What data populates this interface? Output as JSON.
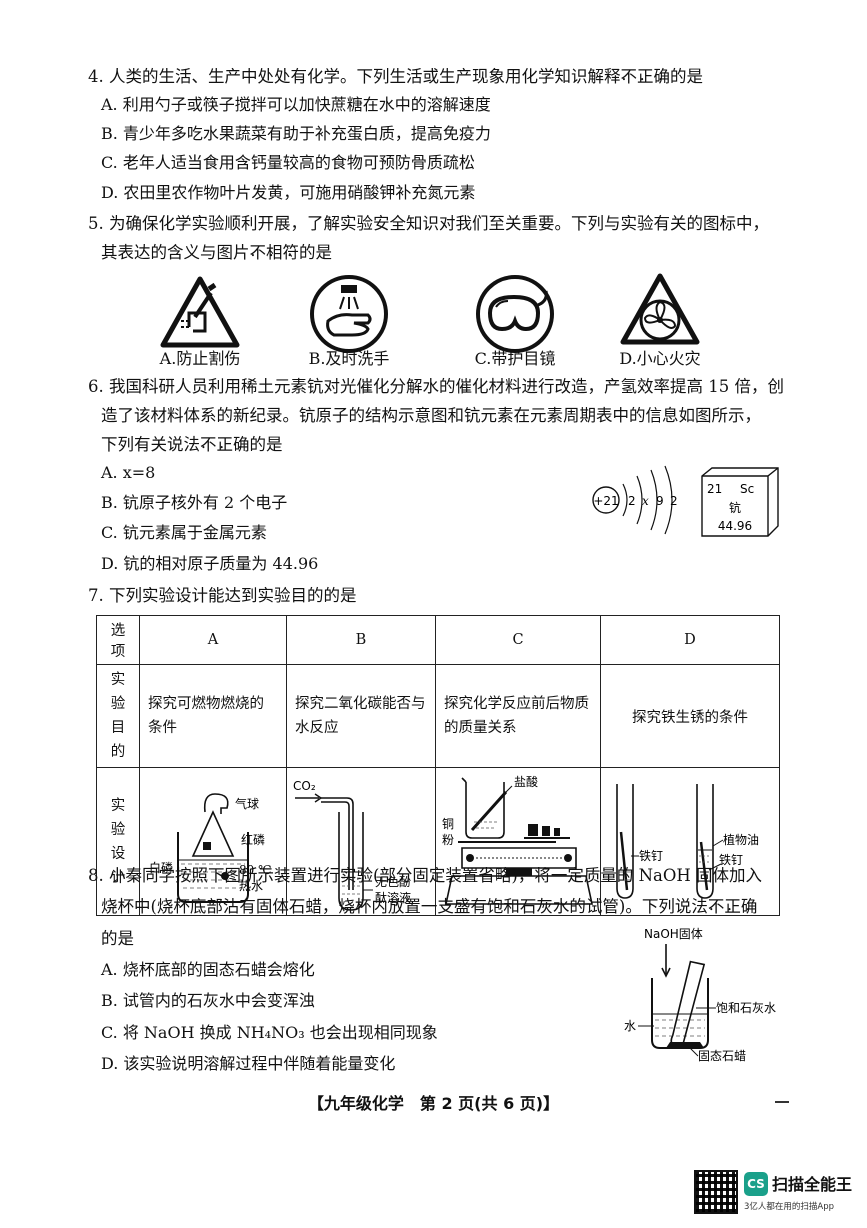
{
  "q4": {
    "stem_a": "4. 人类的生活、生产中处处有化学。下列生活或生产现象用化学知识解释",
    "stem_b": "不正确",
    "stem_c": "的是",
    "options": [
      "A. 利用勺子或筷子搅拌可以加快蔗糖在水中的溶解速度",
      "B. 青少年多吃水果蔬菜有助于补充蛋白质，提高免疫力",
      "C. 老年人适当食用含钙量较高的食物可预防骨质疏松",
      "D. 农田里农作物叶片发黄，可施用硝酸钾补充氮元素"
    ]
  },
  "q5": {
    "line1": "5. 为确保化学实验顺利开展，了解实验安全知识对我们至关重要。下列与实验有关的图标中，",
    "line2_a": "其表达的含义与图片",
    "line2_b": "不相符",
    "line2_c": "的是",
    "icons": [
      {
        "caption": "A.防止割伤",
        "icon": "cut-hazard-icon"
      },
      {
        "caption": "B.及时洗手",
        "icon": "wash-hands-icon"
      },
      {
        "caption": "C.带护目镜",
        "icon": "goggles-icon"
      },
      {
        "caption": "D.小心火灾",
        "icon": "fan-icon"
      }
    ]
  },
  "q6": {
    "line1": "6. 我国科研人员利用稀土元素钪对光催化分解水的催化材料进行改造，产氢效率提高 15 倍，创",
    "line2": "造了该材料体系的新纪录。钪原子的结构示意图和钪元素在元素周期表中的信息如图所示，",
    "line3_a": "下列有关说法",
    "line3_b": "不正确",
    "line3_c": "的是",
    "options": [
      "A. x=8",
      "B. 钪原子核外有 2 个电子",
      "C. 钪元素属于金属元素",
      "D. 钪的相对原子质量为 44.96"
    ],
    "atom": {
      "nucleus": "+21",
      "shells": [
        "2",
        "x",
        "9",
        "2"
      ]
    },
    "element": {
      "number": "21",
      "symbol": "Sc",
      "name": "钪",
      "mass": "44.96"
    }
  },
  "q7": {
    "stem": "7. 下列实验设计能达到实验目的的是",
    "table": {
      "header": [
        "选项",
        "A",
        "B",
        "C",
        "D"
      ],
      "row1_label": "实验目的",
      "purposes": [
        "探究可燃物燃烧的条件",
        "探究二氧化碳能否与水反应",
        "探究化学反应前后物质的质量关系",
        "探究铁生锈的条件"
      ],
      "row2_label": "实验设计",
      "labels": {
        "a": [
          "气球",
          "红磷",
          "白磷",
          "80 ℃",
          "热水"
        ],
        "b": [
          "CO₂",
          "无色酚",
          "酞溶液"
        ],
        "c": [
          "盐酸",
          "铜",
          "粉"
        ],
        "d": [
          "铁钉",
          "植物油",
          "铁钉"
        ]
      }
    }
  },
  "q8": {
    "line1": "8. 小秦同学按照下图所示装置进行实验(部分固定装置省略)，将一定质量的 NaOH 固体加入",
    "line2_a": "烧杯中(烧杯底部沾有固体石蜡，烧杯内放置一支盛有饱和石灰水的试管)。下列说法",
    "line2_b": "不正确",
    "line3": "的是",
    "options": [
      "A. 烧杯底部的固态石蜡会熔化",
      "B. 试管内的石灰水中会变浑浊",
      "C. 将 NaOH 换成 NH₄NO₃ 也会出现相同现象",
      "D. 该实验说明溶解过程中伴随着能量变化"
    ],
    "labels": [
      "NaOH固体",
      "饱和石灰水",
      "水",
      "固态石蜡"
    ]
  },
  "footer": "【九年级化学　第 2 页(共 6 页)】",
  "brand": {
    "logo": "CS",
    "name": "扫描全能王",
    "slogan": "3亿人都在用的扫描App"
  }
}
